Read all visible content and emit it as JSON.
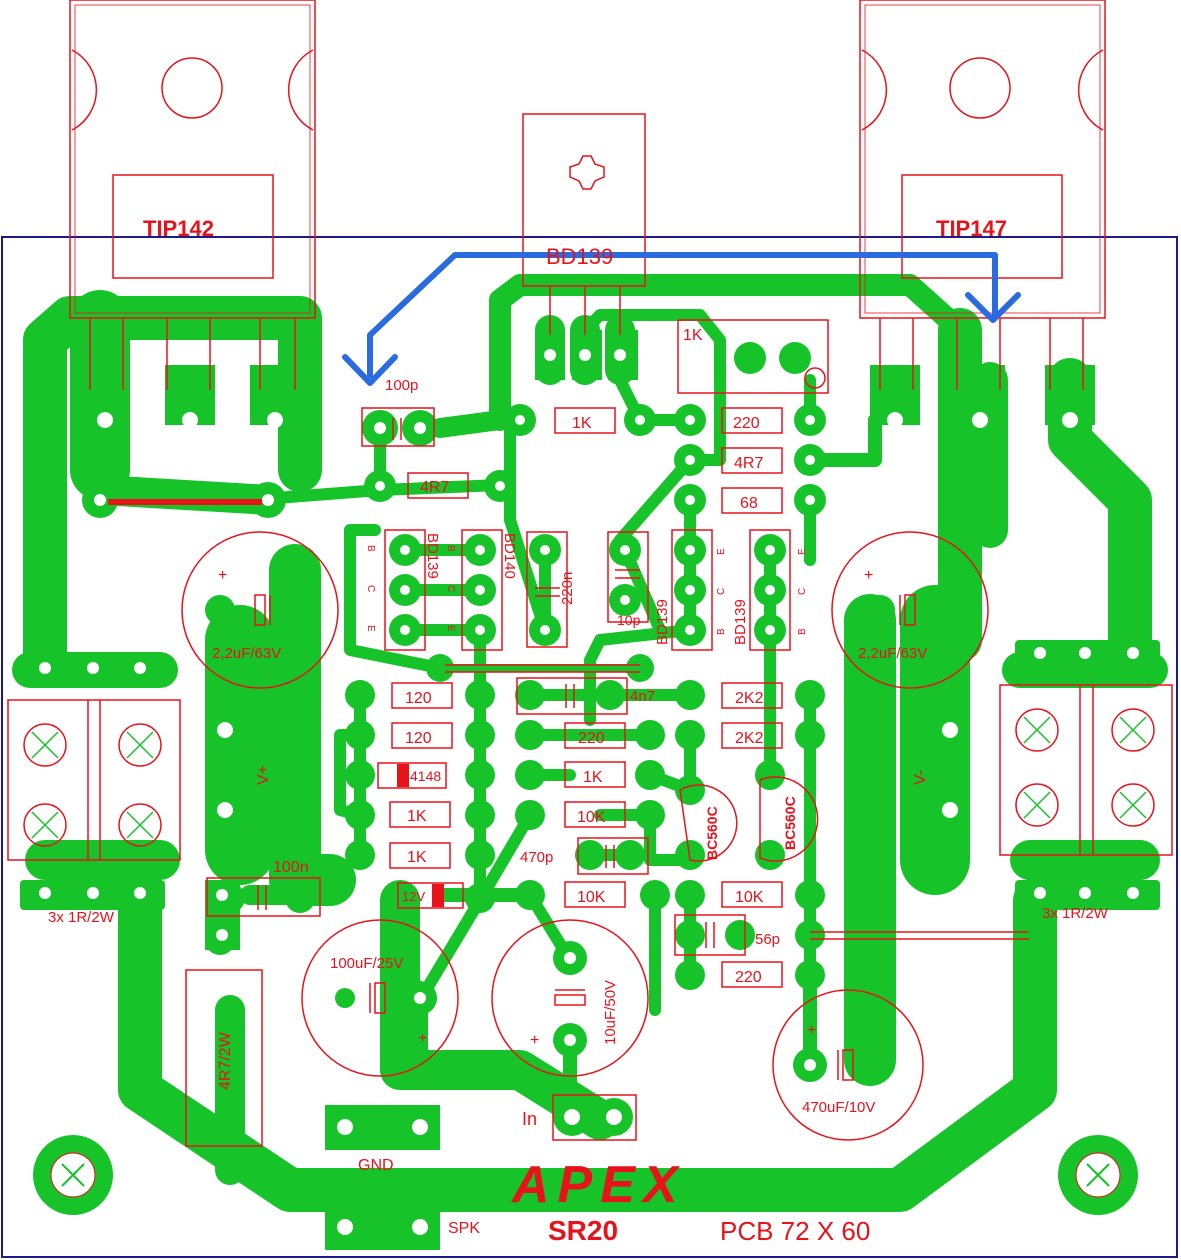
{
  "colors": {
    "trace": "#16c42a",
    "silk": "#e8121b",
    "border": "#1a1a8c",
    "arrow": "#2a6be0",
    "pad": "#ffffff",
    "logo": "#e8121b"
  },
  "transistors": {
    "tip142": "TIP142",
    "tip147": "TIP147",
    "bd139_top": "BD139",
    "bd139_left": "BD139",
    "bd140": "BD140",
    "bd139_right": "BD139",
    "bd139_far": "BD139",
    "bc560_1": "BC560C",
    "bc560_2": "BC560C"
  },
  "pins": {
    "b": "B",
    "c": "C",
    "e": "E"
  },
  "resistors": {
    "r_1k_top": "1K",
    "r_220_top": "220",
    "r_4r7_left": "4R7",
    "r_4r7_right": "4R7",
    "r_68": "68",
    "r_120_a": "120",
    "r_120_b": "120",
    "r_1k_a": "1K",
    "r_1k_b": "1K",
    "r_2k2_a": "2K2",
    "r_2k2_b": "2K2",
    "r_220_mid": "220",
    "r_1k_mid": "1K",
    "r_10k_a": "10K",
    "r_10k_b": "10K",
    "r_10k_c": "10K",
    "r_220_bot": "220",
    "r_4r7_2w": "4R7/2W",
    "pot_1k": "1K"
  },
  "diodes": {
    "d_4148": "4148",
    "d_12v": "12V"
  },
  "capacitors": {
    "c_100p": "100p",
    "c_220n": "220n",
    "c_10p": "10p",
    "c_4n7": "4n7",
    "c_470p": "470p",
    "c_56p": "56p",
    "c_100n": "100n",
    "c_2u2_left": "2,2uF/63V",
    "c_2u2_right": "2,2uF/63V",
    "c_100u": "100uF/25V",
    "c_10u": "10uF/50V",
    "c_470u": "470uF/10V"
  },
  "rail_labels": {
    "vplus": "V+",
    "vminus": "V-"
  },
  "emitter_resistors": {
    "left": "3x 1R/2W",
    "right": "3x 1R/2W"
  },
  "connectors": {
    "gnd": "GND",
    "spk": "SPK",
    "in": "In"
  },
  "polarity": {
    "plus": "+"
  },
  "title_block": {
    "logo": "APEX",
    "model": "SR20",
    "pcb_size": "PCB 72 X 60"
  }
}
